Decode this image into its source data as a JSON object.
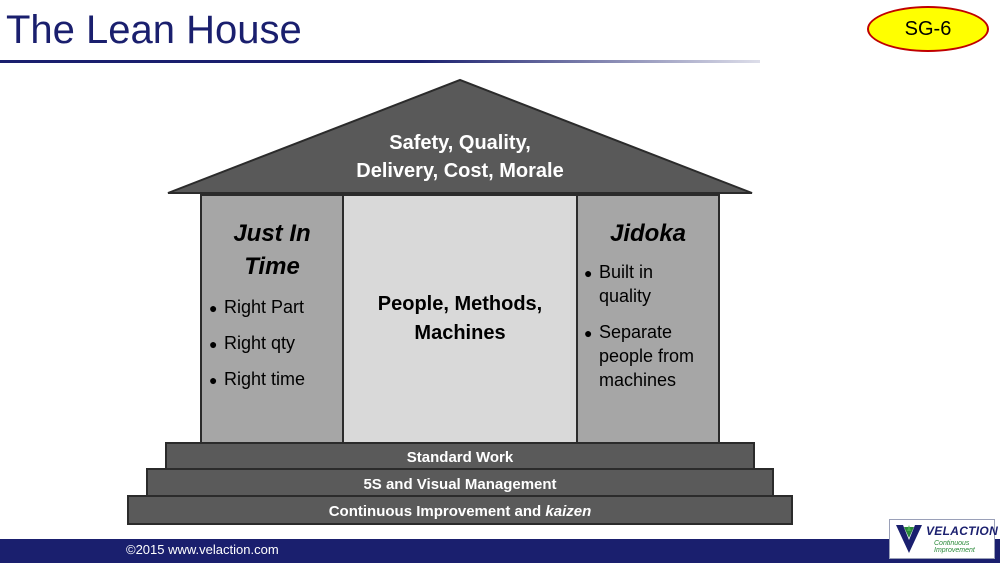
{
  "slide": {
    "title": "The Lean House",
    "badge": "SG-6",
    "footer_text": "©2015  www.velaction.com"
  },
  "logo": {
    "name": "VELACTION",
    "tagline": "Continuous Improvement"
  },
  "roof": {
    "line1": "Safety, Quality,",
    "line2": "Delivery, Cost, Morale"
  },
  "left_pillar": {
    "title_line1": "Just In",
    "title_line2": "Time",
    "bullets": [
      "Right Part",
      "Right qty",
      "Right time"
    ]
  },
  "center": {
    "line1": "People, Methods,",
    "line2": "Machines"
  },
  "right_pillar": {
    "title": "Jidoka",
    "bullet1_line1": "Built in",
    "bullet1_line2": "quality",
    "bullet2_line1": "Separate",
    "bullet2_line2": "people from",
    "bullet2_line3": "machines"
  },
  "foundation": {
    "step1": "Standard Work",
    "step2": "5S and Visual Management",
    "step3_prefix": "Continuous Improvement and ",
    "step3_emphasis": "kaizen"
  },
  "colors": {
    "title_blue": "#1a1f6e",
    "roof_gray": "#595959",
    "pillar_gray": "#a6a6a6",
    "center_gray": "#d9d9d9",
    "step_gray": "#5a5a5a",
    "badge_fill": "#ffff00",
    "badge_border": "#c00000"
  }
}
